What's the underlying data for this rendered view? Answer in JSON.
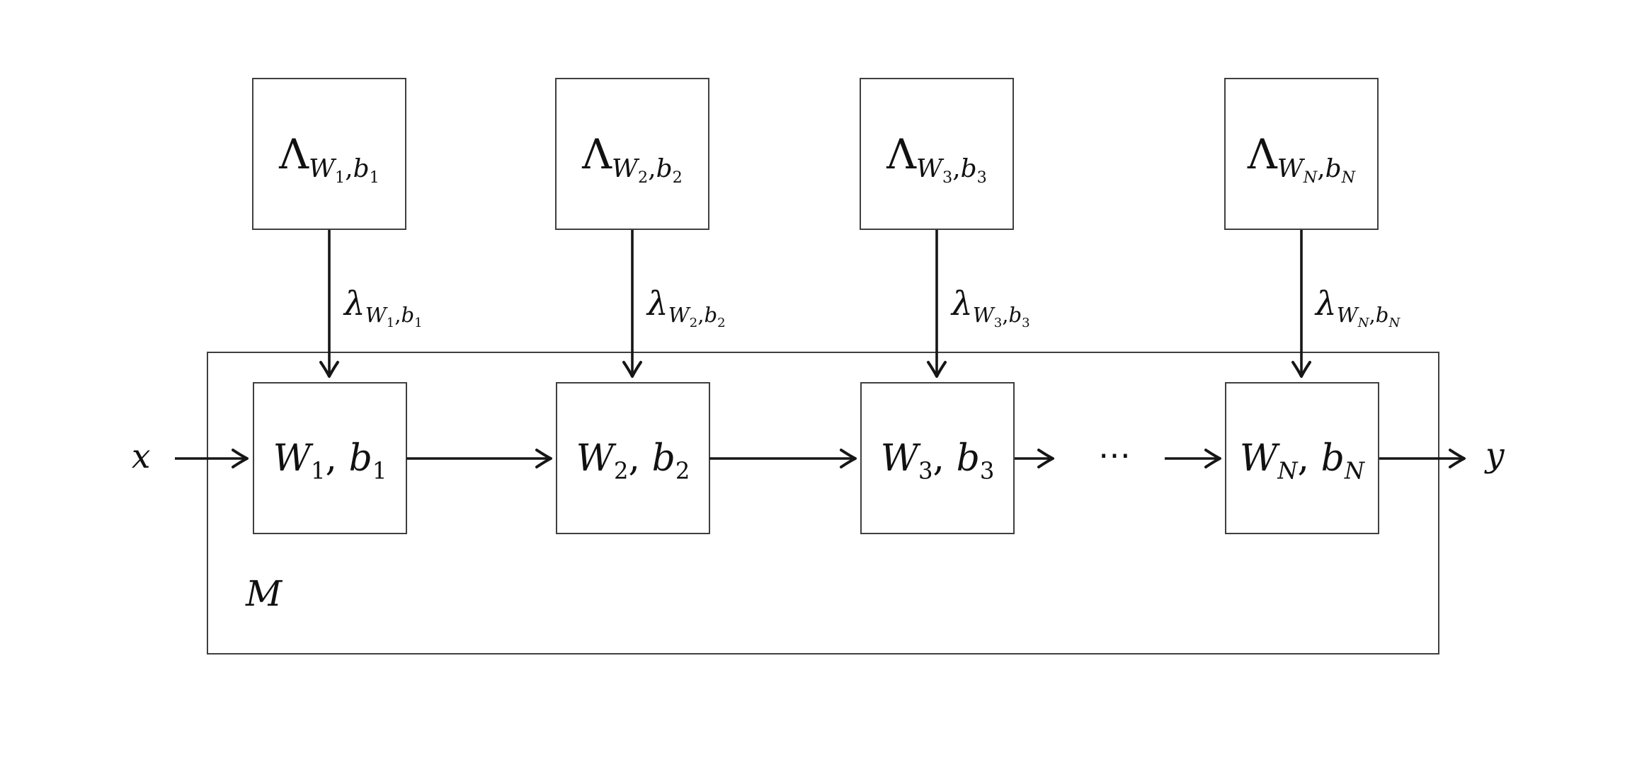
{
  "diagram": {
    "kind": "block-diagram",
    "colors": {
      "background": "#ffffff",
      "box_border": "#3f3f3f",
      "arrow": "#161616",
      "text": "#111111"
    },
    "io": {
      "input": "x",
      "output": "y"
    },
    "container": {
      "label": "M"
    },
    "flow_dots": "⋯",
    "top_nodes": [
      {
        "base": "Λ",
        "v1": "W",
        "i1": "1",
        "sep": ",",
        "v2": "b",
        "i2": "1"
      },
      {
        "base": "Λ",
        "v1": "W",
        "i1": "2",
        "sep": ",",
        "v2": "b",
        "i2": "2"
      },
      {
        "base": "Λ",
        "v1": "W",
        "i1": "3",
        "sep": ",",
        "v2": "b",
        "i2": "3"
      },
      {
        "base": "Λ",
        "v1": "W",
        "i1": "N",
        "sep": ",",
        "v2": "b",
        "i2": "N"
      }
    ],
    "edge_labels": [
      {
        "base": "λ",
        "v1": "W",
        "i1": "1",
        "sep": ",",
        "v2": "b",
        "i2": "1"
      },
      {
        "base": "λ",
        "v1": "W",
        "i1": "2",
        "sep": ",",
        "v2": "b",
        "i2": "2"
      },
      {
        "base": "λ",
        "v1": "W",
        "i1": "3",
        "sep": ",",
        "v2": "b",
        "i2": "3"
      },
      {
        "base": "λ",
        "v1": "W",
        "i1": "N",
        "sep": ",",
        "v2": "b",
        "i2": "N"
      }
    ],
    "main_nodes": [
      {
        "v1": "W",
        "i1": "1",
        "sep": ", ",
        "v2": "b",
        "i2": "1"
      },
      {
        "v1": "W",
        "i1": "2",
        "sep": ", ",
        "v2": "b",
        "i2": "2"
      },
      {
        "v1": "W",
        "i1": "3",
        "sep": ", ",
        "v2": "b",
        "i2": "3"
      },
      {
        "v1": "W",
        "i1": "N",
        "sep": ", ",
        "v2": "b",
        "i2": "N"
      }
    ]
  }
}
